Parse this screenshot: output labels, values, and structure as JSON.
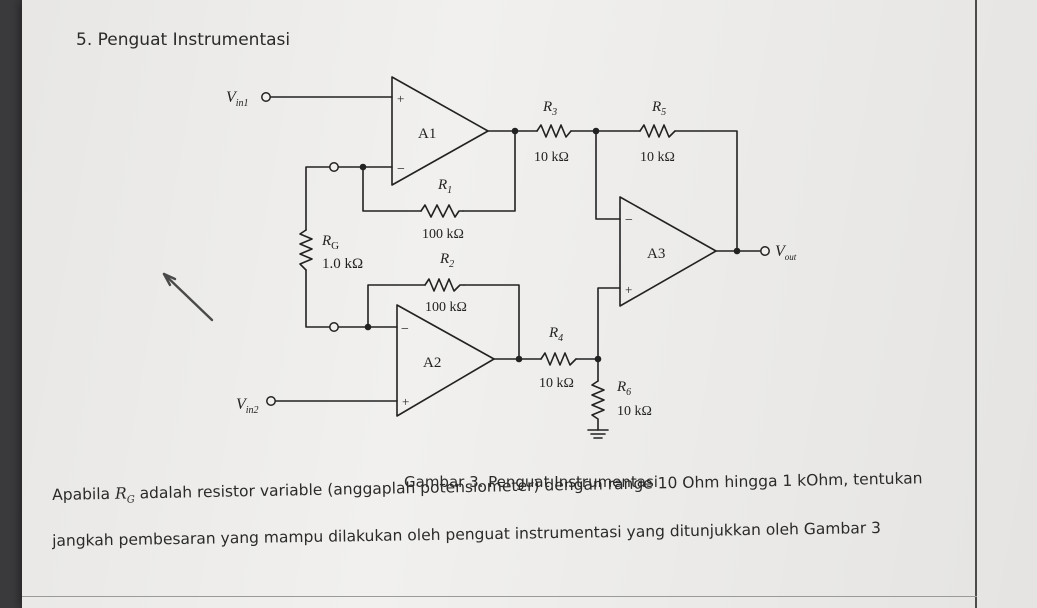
{
  "document": {
    "heading_number": "5.",
    "heading_title": "Penguat Instrumentasi",
    "caption": "Gambar 3. Penguat Instrumentasi",
    "para1_before": "Apabila",
    "para1_symbol": "R",
    "para1_symbol_sub": "G",
    "para1_after": "adalah resistor variable (anggaplah potensiometer) dengan range 10 Ohm hingga 1 kOhm, tentukan",
    "para2": "jangkah pembesaran yang mampu dilakukan oleh penguat instrumentasi yang ditunjukkan oleh Gambar 3"
  },
  "circuit": {
    "opamps": {
      "a1": "A1",
      "a2": "A2",
      "a3": "A3"
    },
    "plus": "+",
    "minus": "−",
    "inputs": {
      "vin1": {
        "main": "V",
        "sub": "in1"
      },
      "vin2": {
        "main": "V",
        "sub": "in2"
      }
    },
    "output": {
      "main": "V",
      "sub": "out"
    },
    "resistors": {
      "r1": {
        "main": "R",
        "sub": "1",
        "value": "100 kΩ"
      },
      "r2": {
        "main": "R",
        "sub": "2",
        "value": "100 kΩ"
      },
      "r3": {
        "main": "R",
        "sub": "3",
        "value": "10 kΩ"
      },
      "r4": {
        "main": "R",
        "sub": "4",
        "value": "10 kΩ"
      },
      "r5": {
        "main": "R",
        "sub": "5",
        "value": "10 kΩ"
      },
      "r6": {
        "main": "R",
        "sub": "6",
        "value": "10 kΩ"
      },
      "rg": {
        "main": "R",
        "sub": "G",
        "value": "1.0 kΩ"
      }
    }
  },
  "colors": {
    "ink": "#222222",
    "paper": "#f1f0ee"
  }
}
